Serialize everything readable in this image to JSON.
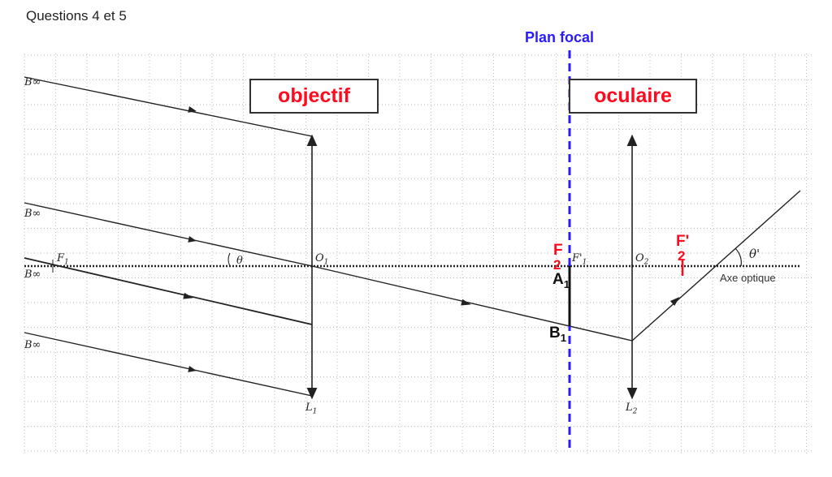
{
  "title": "Questions 4 et 5",
  "plan_focal_label": "Plan focal",
  "boxes": {
    "objectif": "objectif",
    "oculaire": "oculaire"
  },
  "labels": {
    "b_inf": "B∞",
    "f1": "F",
    "f1_sub": "1",
    "theta": "θ",
    "o1": "O",
    "o1_sub": "1",
    "l1": "L",
    "l1_sub": "1",
    "f1_prime": "F'",
    "f1_prime_sub": "1",
    "o2": "O",
    "o2_sub": "2",
    "l2": "L",
    "l2_sub": "2",
    "f2": "F",
    "f2_sub": "2",
    "f2_prime": "F'",
    "f2_prime_sub": "2",
    "theta_prime": "θ'",
    "a1": "A",
    "a1_sub": "1",
    "b1": "B",
    "b1_sub": "1",
    "axe_optique": "Axe optique"
  },
  "colors": {
    "red": "#ff0a1e",
    "blue": "#2a1aff",
    "ink": "#222222"
  }
}
